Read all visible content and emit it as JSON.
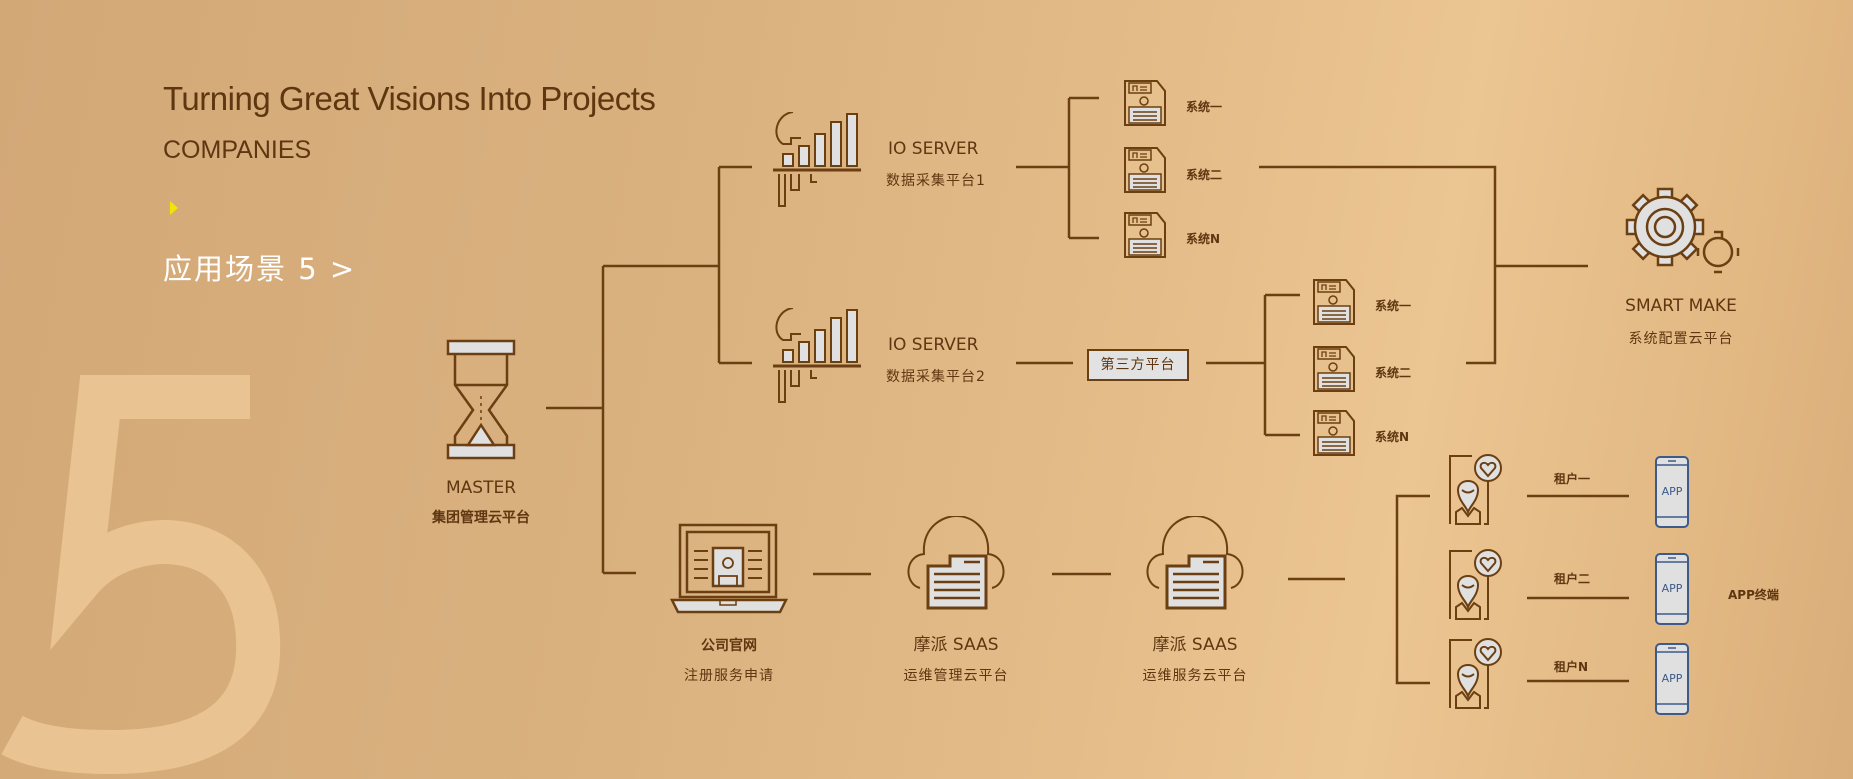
{
  "header": {
    "title": "Turning Great Visions Into Projects",
    "subtitle": "COMPANIES",
    "scene_label": "应用场景 5 >",
    "big_number": "5"
  },
  "master": {
    "name": "MASTER",
    "desc": "集团管理云平台"
  },
  "io_servers": [
    {
      "name": "IO SERVER",
      "desc": "数据采集平台1"
    },
    {
      "name": "IO SERVER",
      "desc": "数据采集平台2"
    }
  ],
  "systems_group1": [
    "系统一",
    "系统二",
    "系统N"
  ],
  "third_party": "第三方平台",
  "systems_group2": [
    "系统一",
    "系统二",
    "系统N"
  ],
  "smart_make": {
    "name": "SMART MAKE",
    "desc": "系统配置云平台"
  },
  "website": {
    "name": "公司官网",
    "desc": "注册服务申请"
  },
  "saas": [
    {
      "name": "摩派 SAAS",
      "desc": "运维管理云平台"
    },
    {
      "name": "摩派 SAAS",
      "desc": "运维服务云平台"
    }
  ],
  "tenants": [
    "租户一",
    "租户二",
    "租户N"
  ],
  "app_label": "APP",
  "app_terminal": "APP终端",
  "colors": {
    "line": "#6b3f12",
    "text": "#5e3711",
    "icon_fill": "#e0e0e0",
    "accent": "#f2e600",
    "big_digit": "#e9c391"
  }
}
